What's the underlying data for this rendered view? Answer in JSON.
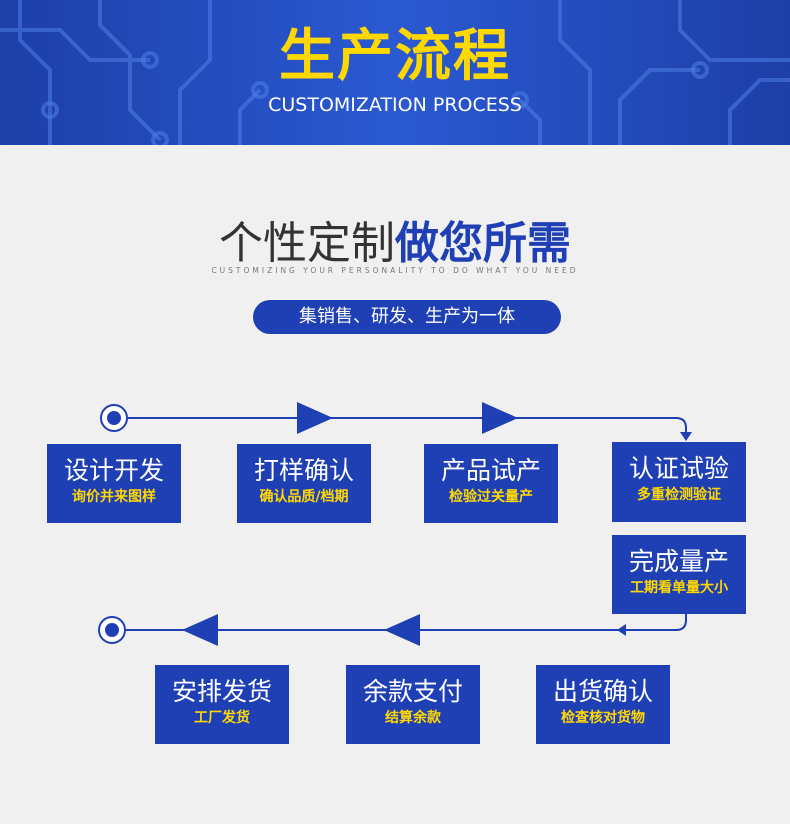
{
  "banner": {
    "title": "生产流程",
    "subtitle": "CUSTOMIZATION PROCESS"
  },
  "heading": {
    "light": "个性定制",
    "bold": "做您所需",
    "sub": "CUSTOMIZING YOUR PERSONALITY TO DO WHAT YOU NEED"
  },
  "pill": "集销售、研发、生产为一体",
  "steps": [
    {
      "title": "设计开发",
      "sub": "询价并来图样"
    },
    {
      "title": "打样确认",
      "sub": "确认品质/档期"
    },
    {
      "title": "产品试产",
      "sub": "检验过关量产"
    },
    {
      "title": "认证试验",
      "sub": "多重检测验证"
    },
    {
      "title": "完成量产",
      "sub": "工期看单量大小"
    },
    {
      "title": "出货确认",
      "sub": "检查核对货物"
    },
    {
      "title": "余款支付",
      "sub": "结算余款"
    },
    {
      "title": "安排发货",
      "sub": "工厂发货"
    }
  ],
  "colors": {
    "primary": "#1f3fb5",
    "accent": "#ffd800",
    "background": "#f0f0f0"
  }
}
